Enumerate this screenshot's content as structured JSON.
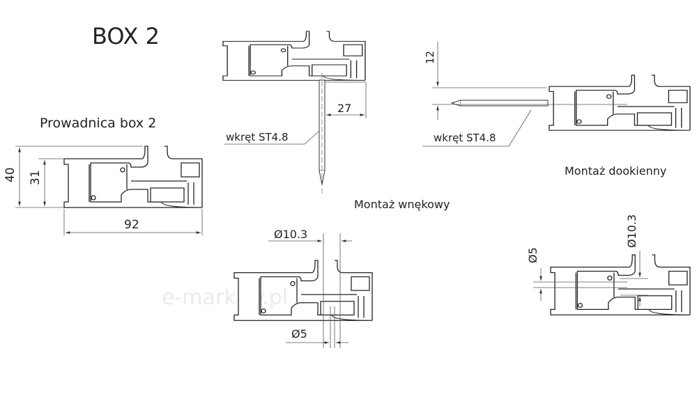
{
  "title": "BOX 2",
  "watermark": "e-markizy.pl",
  "guide": {
    "label": "Prowadnica box 2",
    "dim_height_total": "40",
    "dim_height_body": "31",
    "dim_width": "92"
  },
  "recess_mount": {
    "label": "Montaż wnękowy",
    "screw_label": "wkręt ST4.8",
    "dim_screw_offset": "27"
  },
  "window_mount": {
    "label": "Montaż dookienny",
    "screw_label": "wkręt ST4.8",
    "dim_screw_offset": "12"
  },
  "drill_detail_recess": {
    "dim_large_hole": "Ø10.3",
    "dim_small_hole": "Ø5"
  },
  "drill_detail_window": {
    "dim_large_hole": "Ø10.3",
    "dim_small_hole": "Ø5"
  }
}
